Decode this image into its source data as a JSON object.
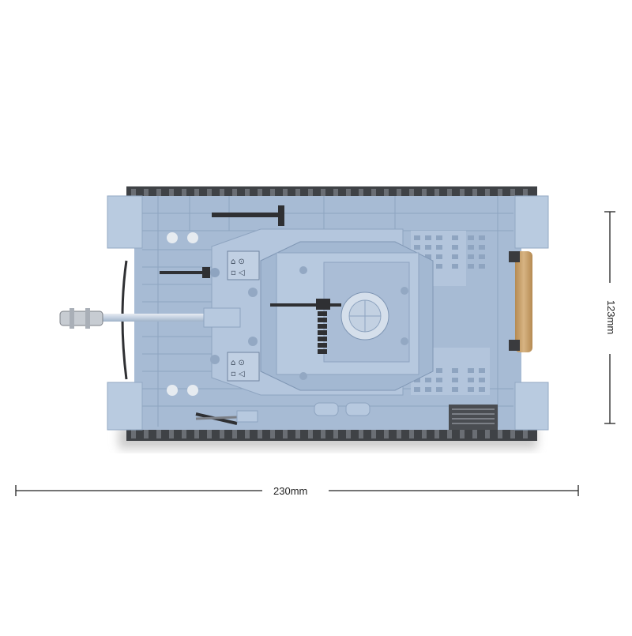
{
  "dimensions": {
    "width_label": "230mm",
    "height_label": "123mm"
  },
  "product": {
    "icon": "brick-tank-model-top-view",
    "colors": {
      "hull": "#a9bdd6",
      "hull_dark": "#8fa6c4",
      "track": "#4a4d52",
      "accent_tan": "#c9a36e",
      "gun_metal": "#c7ccd2"
    }
  }
}
